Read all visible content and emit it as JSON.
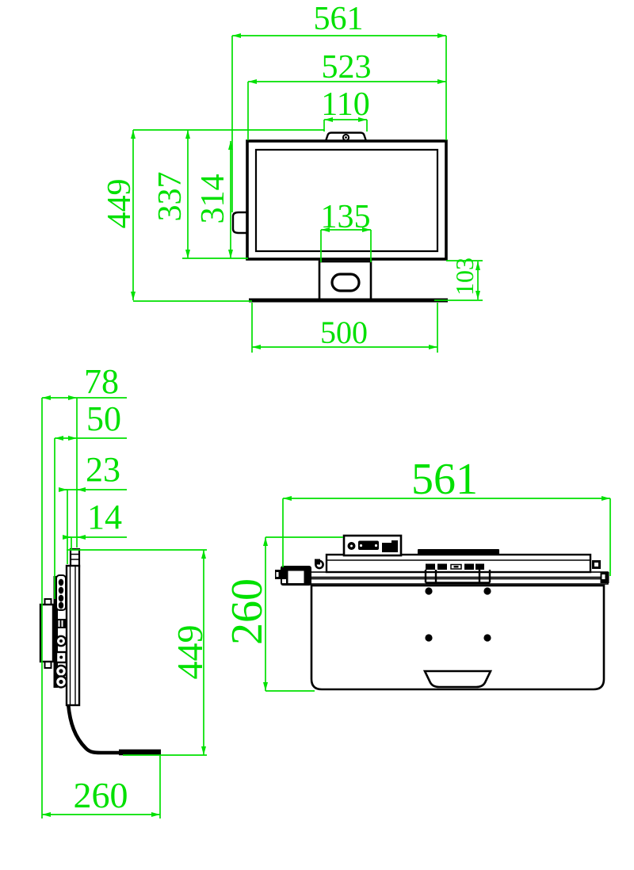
{
  "colors": {
    "dimension_lines": "#00e000",
    "drawing_lines": "#000000",
    "background": "#ffffff"
  },
  "views": {
    "front": {
      "total_width": "561",
      "body_width": "523",
      "camera_module_width": "110",
      "overall_height": "449",
      "height_incl_camera": "337",
      "body_height": "314",
      "stand_neck_width": "135",
      "base_width": "500",
      "stand_height": "103"
    },
    "side": {
      "overall_depth": "78",
      "depth_with_rear_module": "50",
      "body_depth": "23",
      "front_depth": "14",
      "overall_height": "449",
      "base_depth": "260"
    },
    "top": {
      "overall_width": "561",
      "base_depth": "260"
    }
  }
}
